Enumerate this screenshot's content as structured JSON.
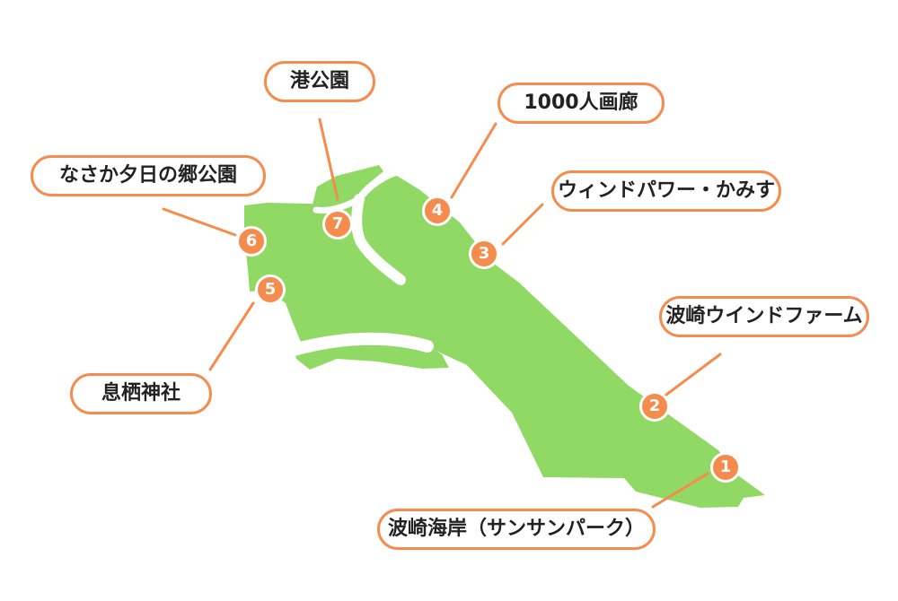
{
  "colors": {
    "land": "#8fd964",
    "accent": "#f58b4c",
    "text": "#222222",
    "background": "#ffffff"
  },
  "spots": [
    {
      "id": "spot-1",
      "number": "1",
      "label": "波崎海岸（サンサンパーク）"
    },
    {
      "id": "spot-2",
      "number": "2",
      "label": "波崎ウインドファーム"
    },
    {
      "id": "spot-3",
      "number": "3",
      "label": "ウィンドパワー・かみす"
    },
    {
      "id": "spot-4",
      "number": "4",
      "label": "1000人画廊"
    },
    {
      "id": "spot-5",
      "number": "5",
      "label": "息栖神社"
    },
    {
      "id": "spot-6",
      "number": "6",
      "label": "なさか夕日の郷公園"
    },
    {
      "id": "spot-7",
      "number": "7",
      "label": "港公園"
    }
  ]
}
